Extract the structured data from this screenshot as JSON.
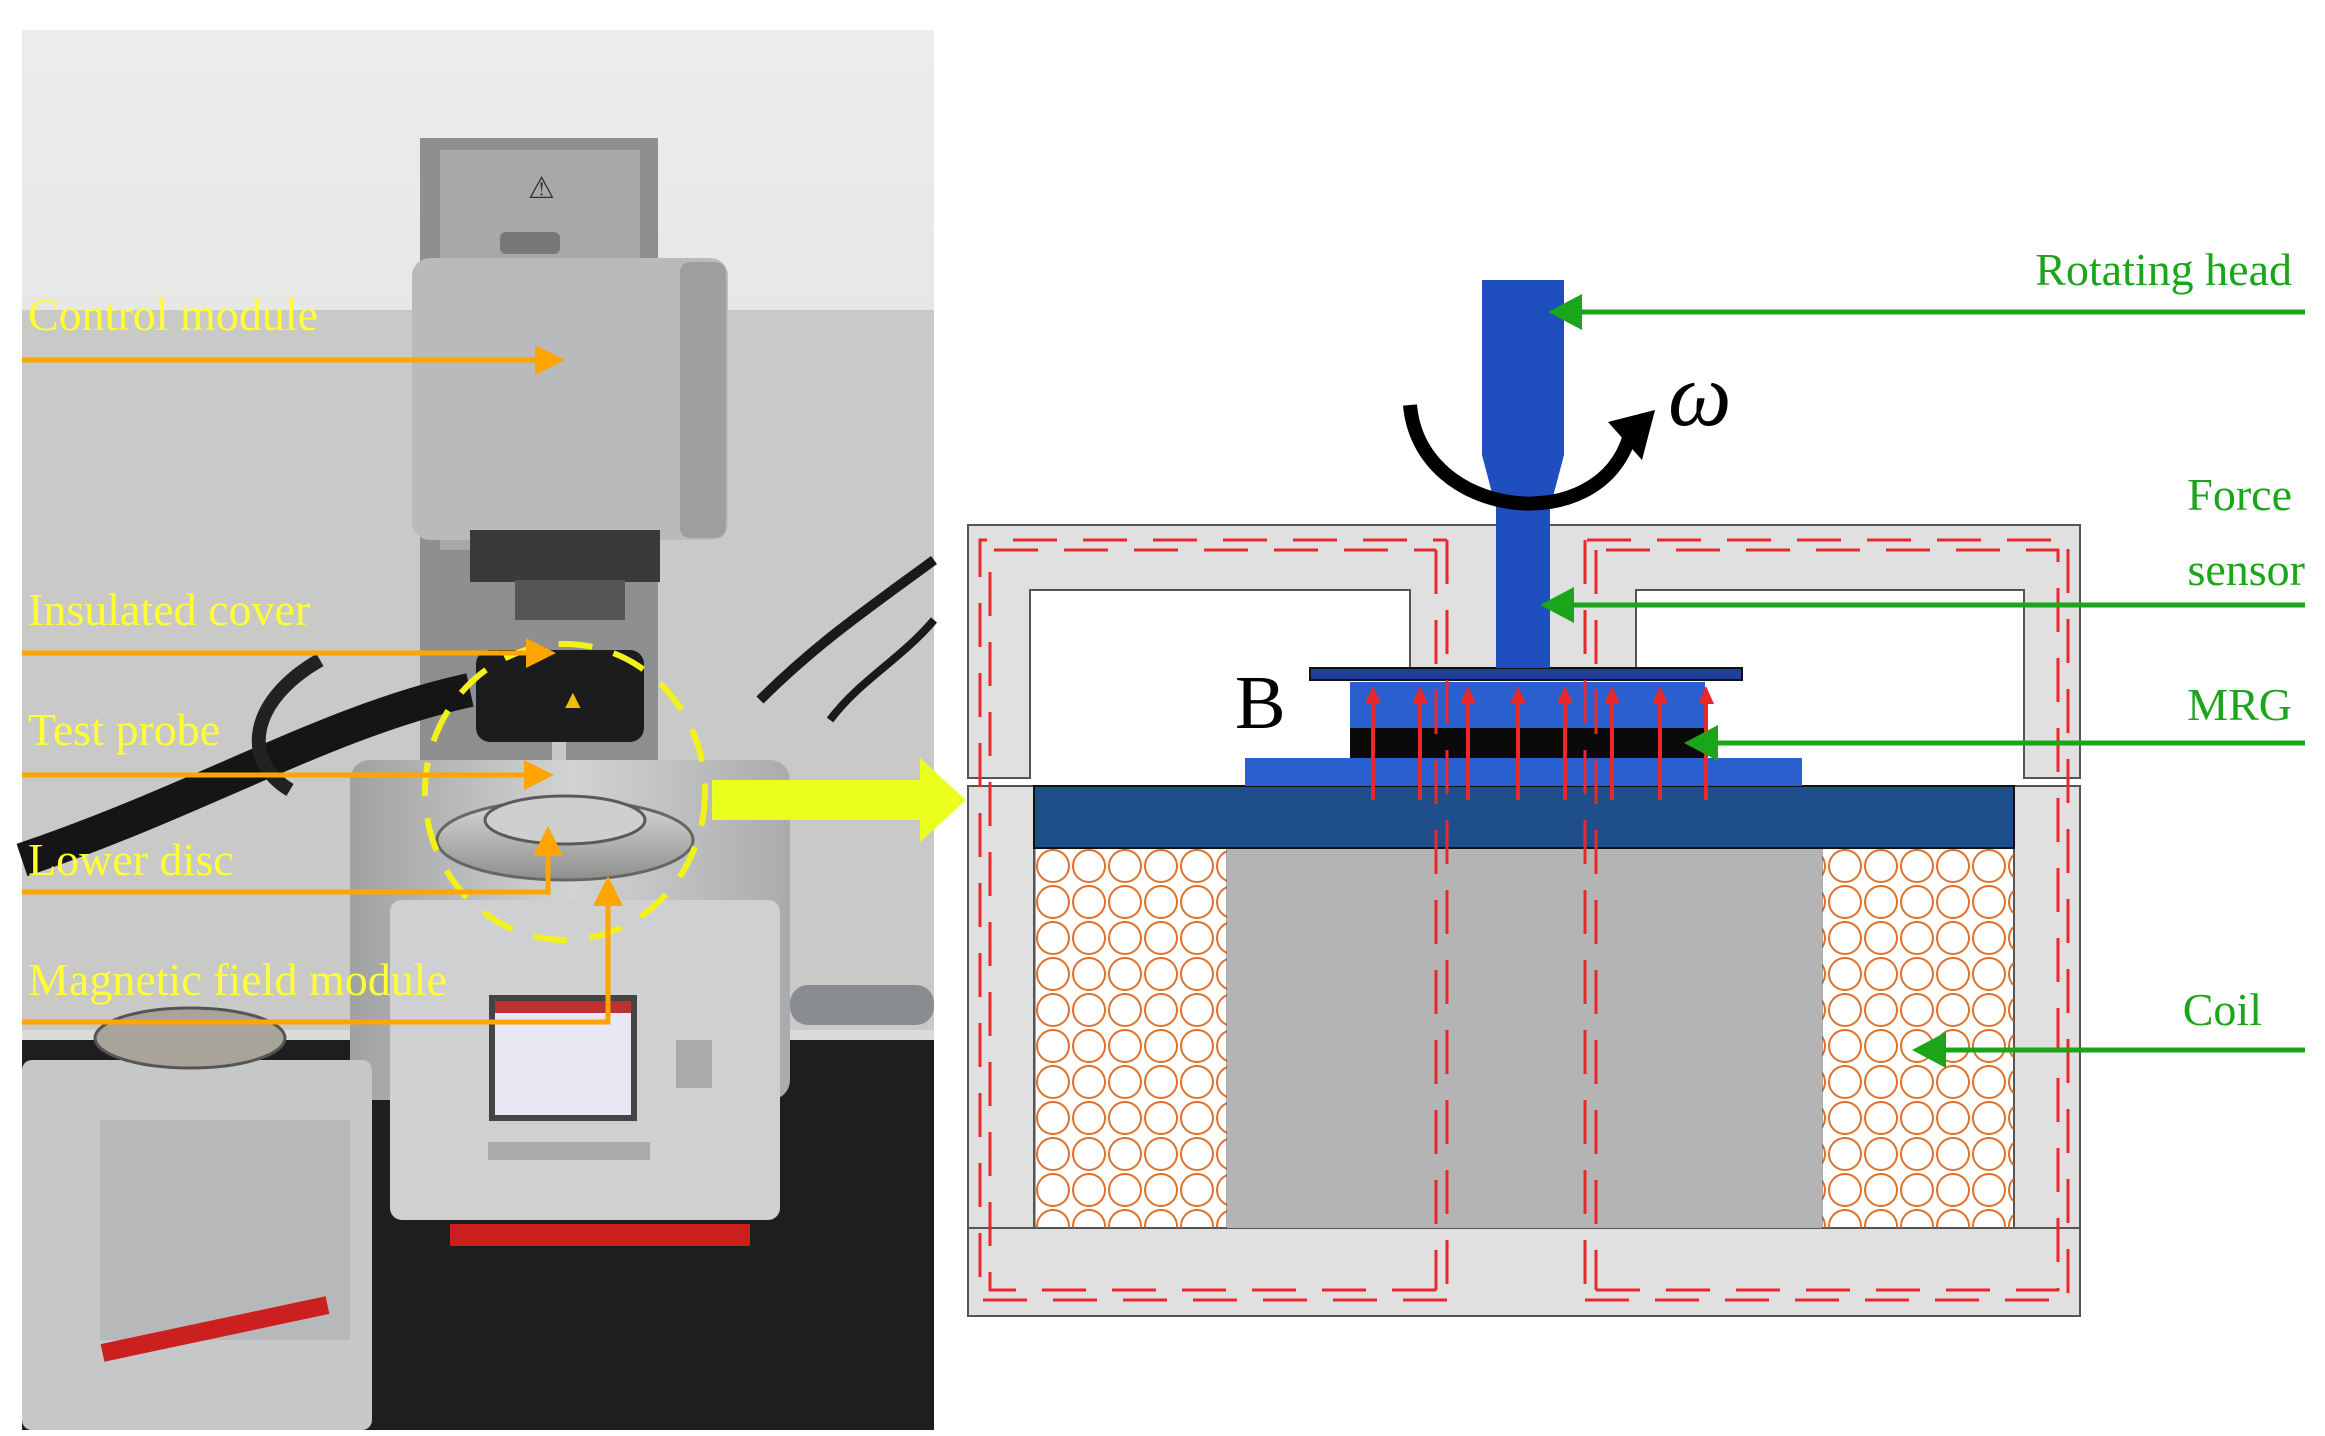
{
  "photo_labels": {
    "control_module": "Control module",
    "insulated_cover": "Insulated cover",
    "test_probe": "Test probe",
    "lower_disc": "Lower disc",
    "magnetic_field_module": "Magnetic field module"
  },
  "schematic_labels": {
    "rotating_head": "Rotating head",
    "force_sensor_line1": "Force",
    "force_sensor_line2": "sensor",
    "mrg": "MRG",
    "coil": "Coil",
    "field_symbol": "B",
    "rotation_symbol": "ω"
  },
  "colors": {
    "photo_arrow": "#ffa500",
    "photo_label": "#ffff33",
    "schematic_arrow": "#1aa51a",
    "field_lines": "#e8282a",
    "head_blue": "#1f4fbf",
    "base_plate": "#1e4f8a",
    "frame_grey": "#e0e0e0",
    "coil_circles": "#e07028",
    "connector_arrow": "#eaff1e"
  }
}
